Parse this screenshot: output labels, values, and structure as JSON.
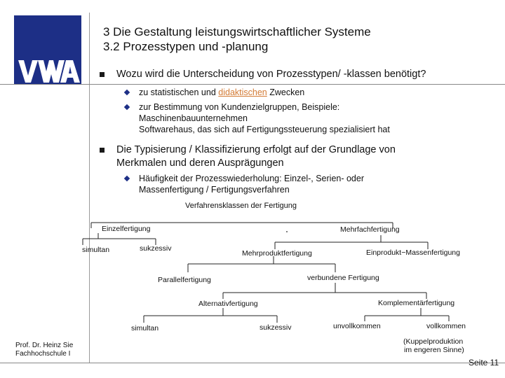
{
  "header": {
    "title_line1": "3 Die Gestaltung leistungswirtschaftlicher Systeme",
    "title_line2": "3.2 Prozesstypen und -planung",
    "logo_text": "VWA"
  },
  "bullets": {
    "b1": "Wozu wird die Unterscheidung von Prozesstypen/ -klassen benötigt?",
    "b1_sub1_pre": "zu statistischen und ",
    "b1_sub1_link": "didaktischen",
    "b1_sub1_post": " Zwecken",
    "b1_sub2_line1": "zur Bestimmung von Kundenzielgruppen, Beispiele:",
    "b1_sub2_line2": "Maschinenbauunternehmen",
    "b1_sub2_line3": "Softwarehaus, das sich auf Fertigungssteuerung spezialisiert hat",
    "b2_line1": "Die Typisierung / Klassifizierung erfolgt auf der Grundlage von",
    "b2_line2": "Merkmalen und deren Ausprägungen",
    "b2_sub1_line1": "Häufigkeit der Prozesswiederholung: Einzel-, Serien- oder",
    "b2_sub1_line2": "Massenfertigung / Fertigungsverfahren"
  },
  "diagram": {
    "caption": "Verfahrensklassen der Fertigung",
    "nodes": {
      "einzel": "Einzelfertigung",
      "mehrfach": "Mehrfachfertigung",
      "simultan1": "simultan",
      "sukzessiv1": "sukzessiv",
      "mehrprodukt": "Mehrproduktfertigung",
      "einprodukt": "Einprodukt−Massenfertigung",
      "parallel": "Parallelfertigung",
      "verbunden": "verbundene Fertigung",
      "alternativ": "Alternativfertigung",
      "komplementaer": "Komplementärfertigung",
      "simultan2": "simultan",
      "sukzessiv2": "sukzessiv",
      "unvollkommen": "unvollkommen",
      "vollkommen": "vollkommen",
      "kuppel_line1": "(Kuppelproduktion",
      "kuppel_line2": "im engeren Sinne)"
    }
  },
  "footer": {
    "author_line1": "Prof. Dr. Heinz Sie",
    "author_line2": "Fachhochschule I",
    "page": "Seite 11"
  },
  "colors": {
    "logo_bg": "#1d2f86",
    "accent_link": "#d37b35"
  }
}
